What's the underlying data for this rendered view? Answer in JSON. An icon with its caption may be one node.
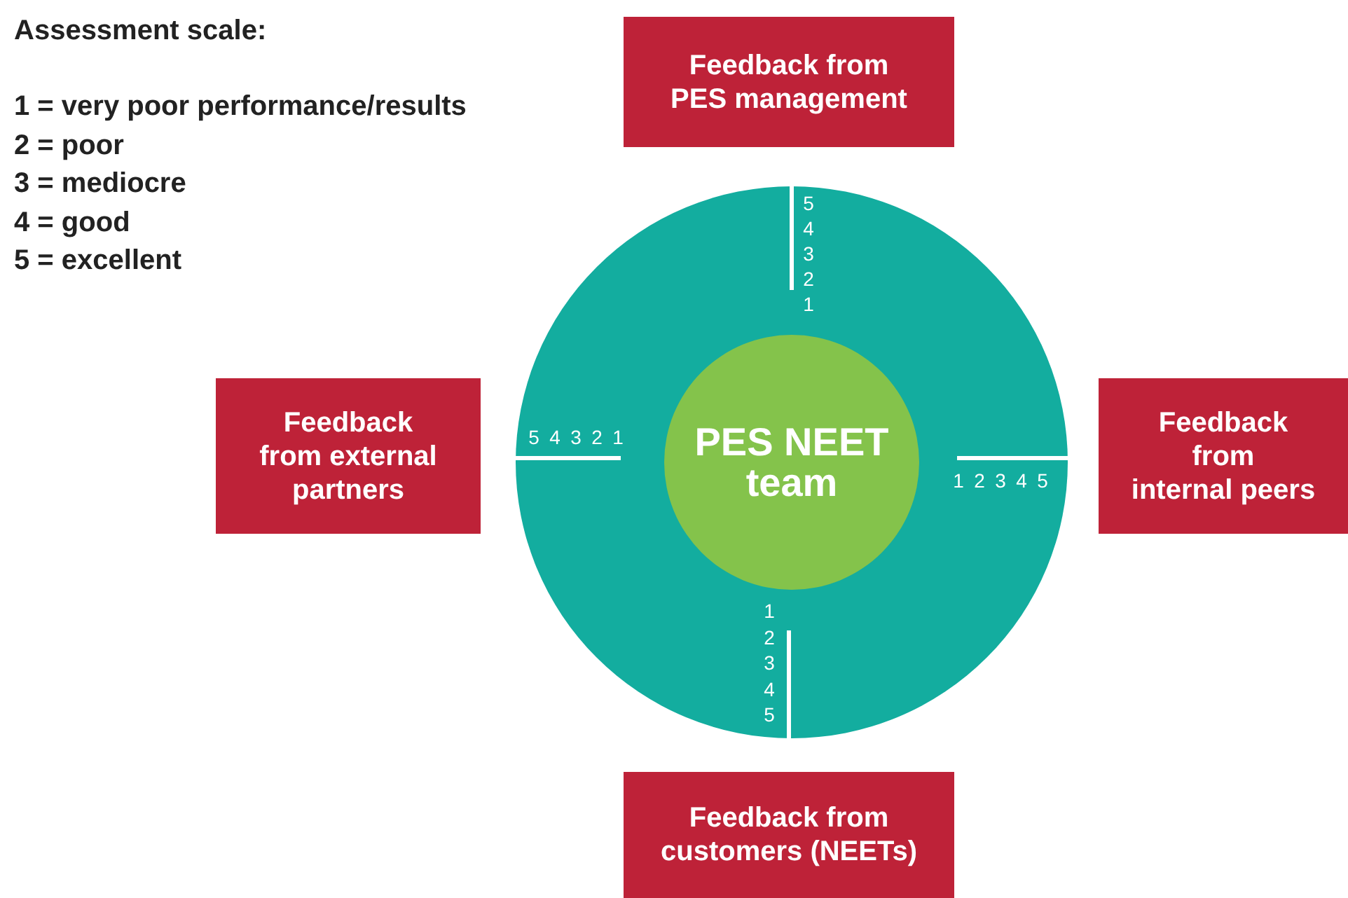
{
  "diagram": {
    "nodes": [
      {
        "text": [
          "Feedback from PES management"
        ]
      },
      {
        "text": [
          "Feedback from external partners"
        ]
      },
      {
        "text": [],
        "shape": "circle"
      },
      {
        "text": [
          "PES NEET team"
        ],
        "in": 2
      },
      {
        "text": [
          "Feedback from internal peers"
        ]
      },
      {
        "text": [
          "Feedback from customers (NEETs)"
        ]
      }
    ],
    "labels": [
      "Assessment scale:",
      "1 = very poor performance/results",
      "2 = poor",
      "3 = mediocre",
      "4 = good",
      "5 = excellent",
      "5",
      "4",
      "3",
      "2",
      "1",
      "5",
      "4",
      "3",
      "2",
      "1",
      "1",
      "2",
      "3",
      "4",
      "5",
      "1",
      "2",
      "3",
      "4",
      "5"
    ]
  }
}
